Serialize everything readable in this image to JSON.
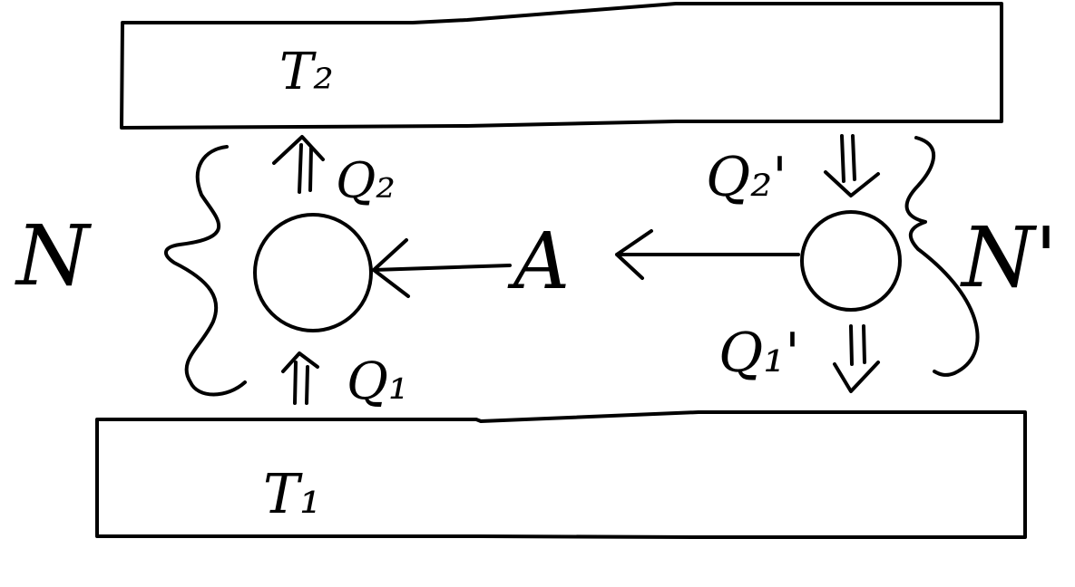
{
  "labels": {
    "hot_reservoir": "T₂",
    "cold_reservoir": "T₁",
    "left_engine": "N",
    "right_engine": "N'",
    "work": "A",
    "heat_from_hot_left": "Q₂",
    "heat_from_cold_left": "Q₁",
    "heat_to_right_from_hot": "Q₂'",
    "heat_from_right_to_cold": "Q₁'"
  },
  "colors": {
    "ink": "#000000",
    "background": "#ffffff"
  }
}
